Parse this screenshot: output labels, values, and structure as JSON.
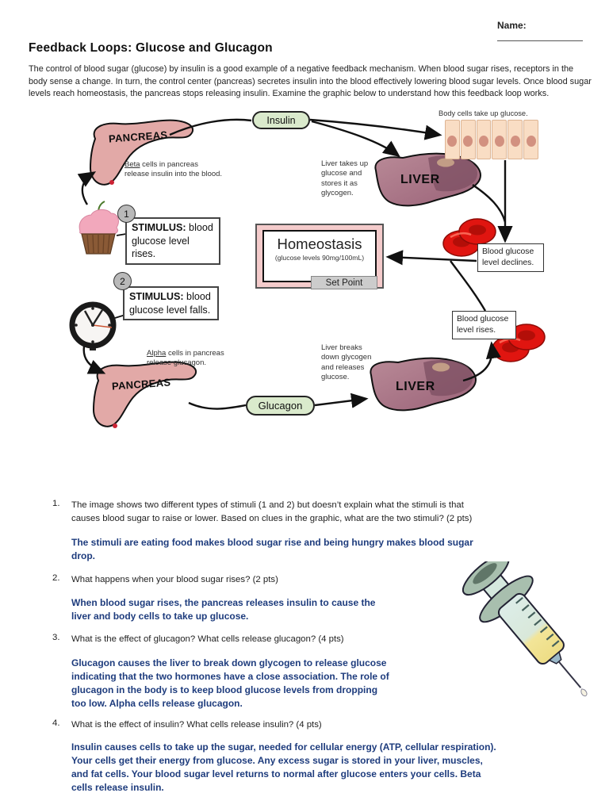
{
  "colors": {
    "pill-green": "#daeacc",
    "homeo-pink": "#f4cbcb",
    "setpoint-gray": "#cccccc",
    "circle-gray": "#b9b9b9",
    "answer-blue": "#1e3c7d",
    "blood-red": "#e01510",
    "cell-peach": "#f9ddc4",
    "cell-nucleus": "#d29180",
    "liver-mauve": "#a87085",
    "liver-dark": "#7c4f62",
    "pancreas-pink": "#e2a9a7",
    "ink": "#111111"
  },
  "header": {
    "name_label": "Name:",
    "title": "Feedback Loops: Glucose and Glucagon",
    "intro": "The control of blood sugar (glucose) by insulin is a good example of a negative feedback mechanism. When blood sugar rises, receptors in the\nbody sense a change. In turn, the control center (pancreas) secretes insulin into the blood effectively lowering blood sugar levels. Once blood sugar\nlevels reach homeostasis, the pancreas stops releasing insulin. Examine the graphic below to understand how this feedback loop works."
  },
  "diagram": {
    "insulin_pill": "Insulin",
    "glucagon_pill": "Glucagon",
    "pancreas_top_label": "PANCREAS",
    "pancreas_bottom_label": "PANCREAS",
    "liver_top_label": "LIVER",
    "liver_bottom_label": "LIVER",
    "body_cells_caption": "Body cells take up glucose.",
    "beta_word": "Beta",
    "beta_note": " cells in pancreas\nrelease insulin into the blood.",
    "alpha_word": "Alpha",
    "alpha_note": " cells in pancreas\nrelease glucagon.",
    "liver_takes_note": "Liver takes up\nglucose and\nstores it as\nglycogen.",
    "liver_breaks_note": "Liver breaks\ndown glycogen\nand releases\nglucose.",
    "stimulus1": {
      "number": "1",
      "label": "STIMULUS:",
      "text": " blood glucose level rises."
    },
    "stimulus2": {
      "number": "2",
      "label": "STIMULUS:",
      "text": " blood glucose level falls."
    },
    "homeostasis": {
      "title": "Homeostasis",
      "subtitle": "(glucose levels 90mg/100mL)",
      "set_point": "Set Point"
    },
    "declines_box": "Blood glucose\nlevel declines.",
    "rises_box": "Blood glucose\nlevel rises."
  },
  "questions": [
    {
      "num": "1.",
      "text": "The image shows two different types of stimuli (1 and 2) but doesn’t explain what the stimuli is that\ncauses blood sugar to raise or lower. Based on clues in the graphic, what are the two stimuli? (2 pts)",
      "answer": "The stimuli are eating food makes blood sugar rise and being hungry makes blood sugar\ndrop."
    },
    {
      "num": "2.",
      "text": "What happens when your blood sugar rises? (2 pts)",
      "answer": "When blood sugar rises, the pancreas releases insulin to cause the\nliver and body cells to take up glucose."
    },
    {
      "num": "3.",
      "text": "What is the effect of glucagon? What cells release glucagon? (4 pts)",
      "answer": "Glucagon causes the liver to break down glycogen to release glucose\nindicating that the two hormones have a close association. The role of\nglucagon in the body is to keep blood glucose levels from dropping\ntoo low. Alpha cells release glucagon."
    },
    {
      "num": "4.",
      "text": "What is the effect of insulin? What cells release insulin? (4 pts)",
      "answer": "Insulin causes cells to take up the sugar, needed for cellular energy (ATP, cellular respiration).\nYour cells get their energy from glucose. Any excess sugar is stored in your liver, muscles,\nand fat cells. Your blood sugar level returns to normal after glucose enters your cells. Beta\ncells release insulin."
    }
  ]
}
